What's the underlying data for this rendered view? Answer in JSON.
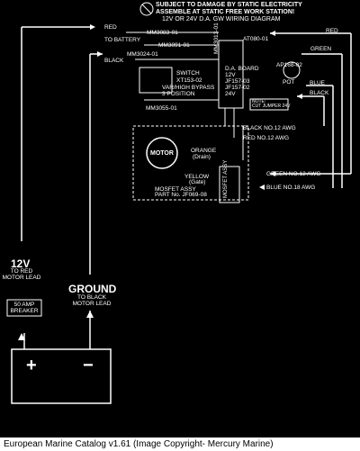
{
  "header": {
    "warning_line1": "SUBJECT TO DAMAGE BY STATIC ELECTRICITY",
    "warning_line2": "ASSEMBLE AT STATIC FREE WORK STATION!",
    "title": "12V OR 24V D.A. GW WIRING DIAGRAM"
  },
  "wires": {
    "red_to_battery_line1": "RED",
    "red_to_battery_line2": "TO BATTERY",
    "black": "BLACK",
    "red_right": "RED",
    "green_right": "GREEN",
    "blue_right": "BLUE",
    "black_right": "BLACK",
    "black_awg": "BLACK NO.12 AWG",
    "red_awg": "RED NO.12 AWG",
    "green_awg": "GREEN NO.12 AWG",
    "blue_awg": "BLUE NO.18 AWG"
  },
  "parts": {
    "mm3083": "MM3083-01",
    "mm3091": "MM3091-01",
    "mm3024": "MM3024-01",
    "at080": "AT080-01",
    "switch_line1": "SWITCH",
    "switch_line2": "XT153-02",
    "switch_line3": "VAR/HIGH BYPASS",
    "switch_line4": "3 POSITION",
    "mm3055": "MM3055-01",
    "mm3013": "MM3013-01",
    "da_board_line1": "D.A. BOARD",
    "da_board_line2": "12V",
    "da_board_line3": "JF157-03",
    "da_board_line4": "JF157-02",
    "da_board_line5": "24V",
    "pot_line1": "POT",
    "pot_line2": "AP168-02",
    "note_line1": "NOTE:",
    "note_line2": "CUT JUMPER 24V",
    "motor": "MOTOR",
    "orange_line1": "ORANGE",
    "orange_line2": "(Drain)",
    "yellow_line1": "YELLOW",
    "yellow_line2": "(Gate)",
    "mosfet_side": "MOSFET ASSY",
    "mosfet_line1": "MOSFET ASSY",
    "mosfet_line2": "PART No. JF069-08"
  },
  "battery": {
    "v12": "12V",
    "to_red_line1": "TO RED",
    "to_red_line2": "MOTOR LEAD",
    "ground": "GROUND",
    "to_black_line1": "TO BLACK",
    "to_black_line2": "MOTOR LEAD",
    "breaker_line1": "50 AMP",
    "breaker_line2": "BREAKER",
    "plus": "+",
    "minus": "−"
  },
  "caption": "European Marine Catalog v1.61 (Image Copyright- Mercury Marine)"
}
